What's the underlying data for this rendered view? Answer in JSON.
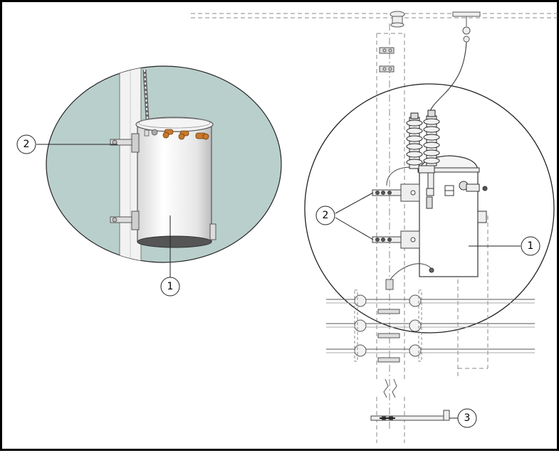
{
  "diagram": {
    "callouts": {
      "left_transformer": "1",
      "left_bracket": "2",
      "right_transformer": "1",
      "right_brackets": "2",
      "ground_clamp": "3"
    },
    "colors": {
      "detail_background": "#b9cfcc",
      "line": "#222222",
      "dashed": "#8a8a8a",
      "tank_shadow": "#555555",
      "bushing_copper": "#c8782a"
    }
  }
}
